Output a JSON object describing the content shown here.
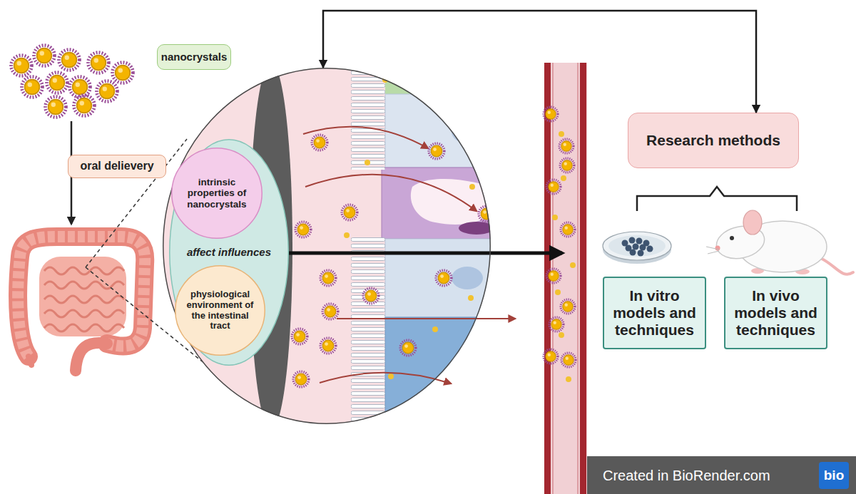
{
  "diagram": {
    "nodes": [
      {
        "text": [
          "oral delievery"
        ]
      },
      {
        "text": [
          "nanocrystals"
        ]
      },
      {
        "text": [
          "affect influences"
        ],
        "in": 1
      },
      {
        "text": [
          "intrinsic properties of nanocrystals"
        ],
        "in": 2
      },
      {
        "text": [
          "physiological environment of the intestinal tract"
        ],
        "in": 2
      },
      {
        "text": [
          "Research methods"
        ]
      },
      {
        "text": [
          "In vitro models and techniques"
        ]
      },
      {
        "text": [
          "In vivo models and techniques"
        ]
      }
    ],
    "edges": [
      {
        "from": 1,
        "to": 5,
        "arrow": "both"
      }
    ],
    "labels": [
      "Created in BioRender.com",
      "bio"
    ]
  }
}
